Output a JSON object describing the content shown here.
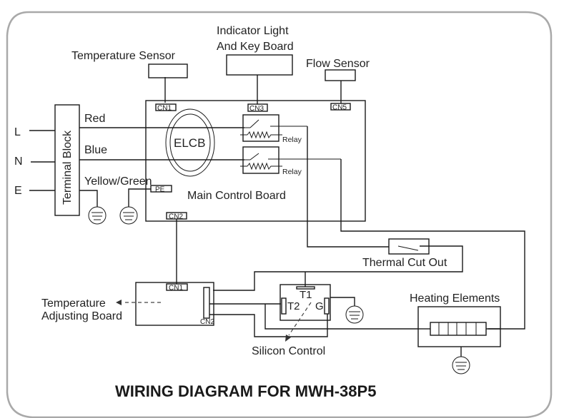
{
  "title": "WIRING DIAGRAM FOR MWH-38P5",
  "power_inputs": [
    "L",
    "N",
    "E"
  ],
  "terminal_block": {
    "label": "Terminal Block"
  },
  "wires": {
    "red": "Red",
    "blue": "Blue",
    "earth": "Yellow/Green"
  },
  "components": {
    "temperature_sensor": "Temperature Sensor",
    "indicator_light_line1": "Indicator Light",
    "indicator_light_line2": "And Key Board",
    "flow_sensor": "Flow Sensor",
    "elcb": "ELCB",
    "relay_1": "Relay",
    "relay_2": "Relay",
    "main_control_board": "Main Control Board",
    "thermal_cut_out": "Thermal Cut Out",
    "temp_adjusting_line1": "Temperature",
    "temp_adjusting_line2": "Adjusting Board",
    "silicon_control": "Silicon Control",
    "heating_elements": "Heating Elements"
  },
  "connectors": {
    "main_cn1": "CN1",
    "main_cn3": "CN3",
    "main_cn5": "CN5",
    "main_pe": "PE",
    "main_cn2": "CN2",
    "adj_cn1": "CN1",
    "adj_cn2": "CN2"
  },
  "triac_terminals": {
    "t1": "T1",
    "t2": "T2",
    "g": "G"
  }
}
